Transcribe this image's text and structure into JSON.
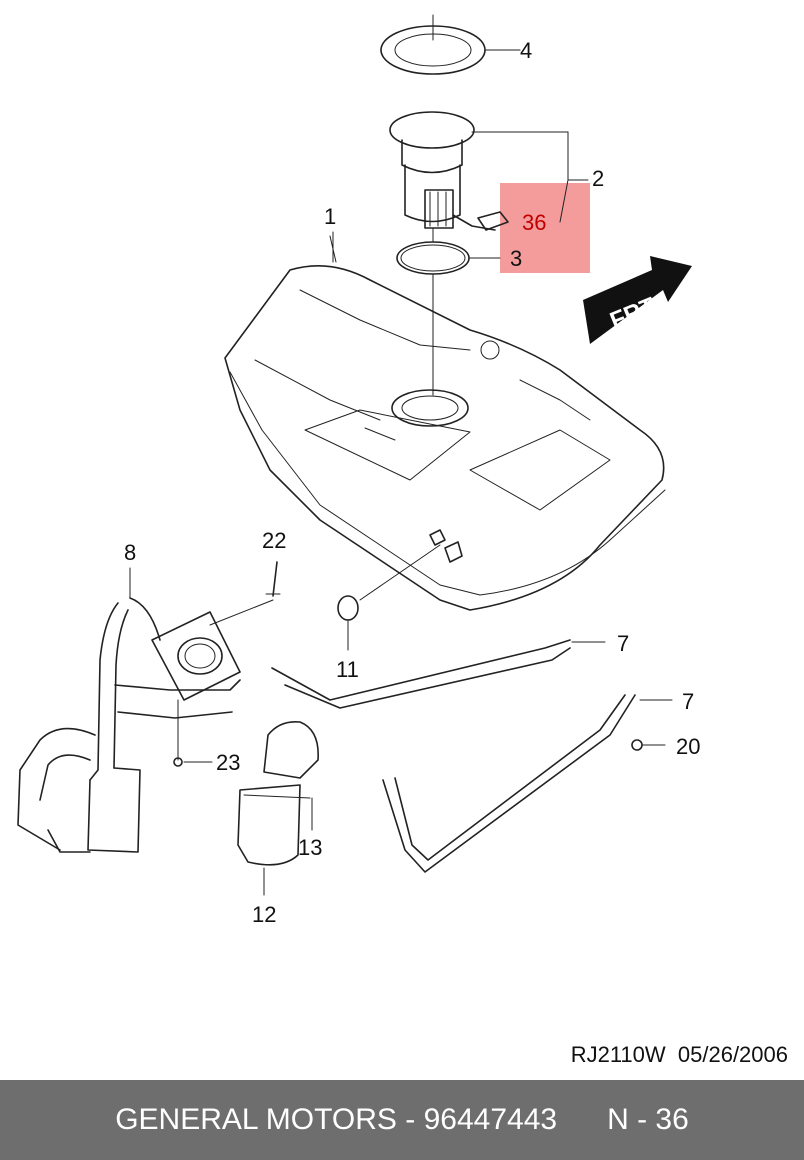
{
  "callouts": {
    "c1": "1",
    "c2": "2",
    "c3": "3",
    "c4": "4",
    "c7a": "7",
    "c7b": "7",
    "c8": "8",
    "c11": "11",
    "c12": "12",
    "c13": "13",
    "c20": "20",
    "c22": "22",
    "c23": "23",
    "c36": "36"
  },
  "arrow_label": "FRT",
  "highlight": {
    "color": "#f28b8b",
    "part_ref": "36"
  },
  "drawing_code": "RJ2110W  05/26/2006",
  "footer": {
    "brand_part": "GENERAL MOTORS - 96447443",
    "page": "N - 36",
    "background": "#6e6e6e"
  }
}
